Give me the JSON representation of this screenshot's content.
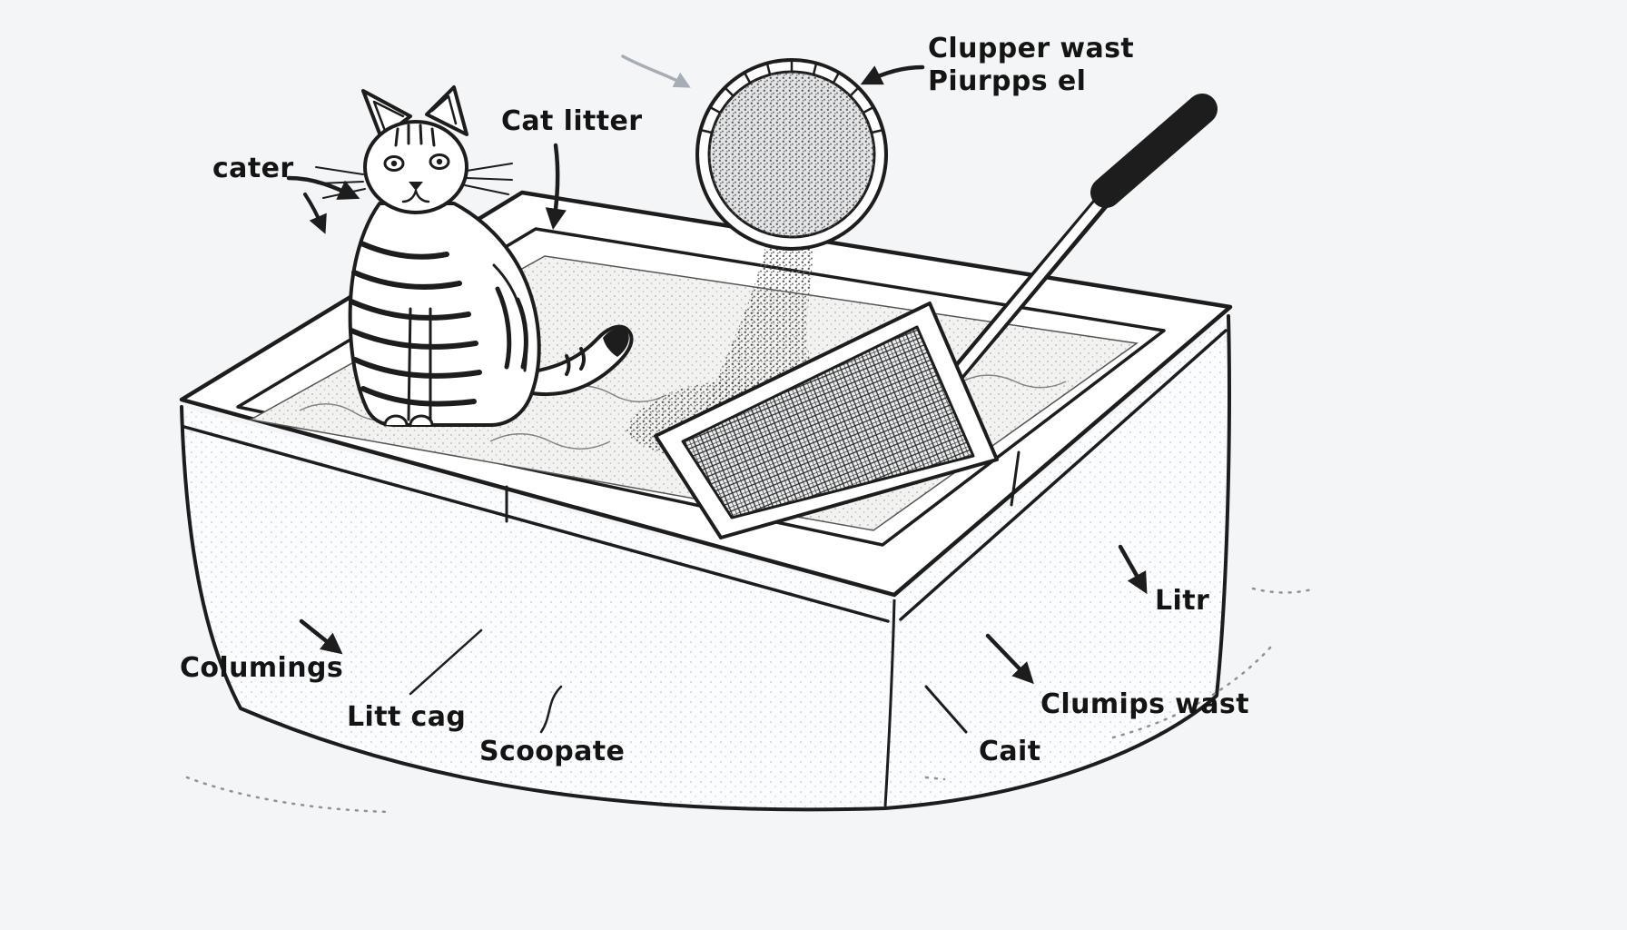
{
  "page": {
    "background_color": "#f3f5f7"
  },
  "diagram": {
    "kind": "line-art illustration",
    "subject": "Cat sitting in a litter box with a sifting scoop pouring litter",
    "style": "black ink outlines with stipple shading",
    "ink_color": "#1d1d1d",
    "gray_arrow_color": "#a7adb5",
    "labels": {
      "cater": "cater",
      "cat_litter": "Cat litter",
      "clumper_line1": "Clupper wast",
      "clumper_line2": "Piurpps el",
      "columings": "Columings",
      "litt_cag": "Litt cag",
      "scoopate": "Scoopate",
      "cait": "Cait",
      "clumips_wast": "Clumips wast",
      "litr": "Litr"
    }
  }
}
